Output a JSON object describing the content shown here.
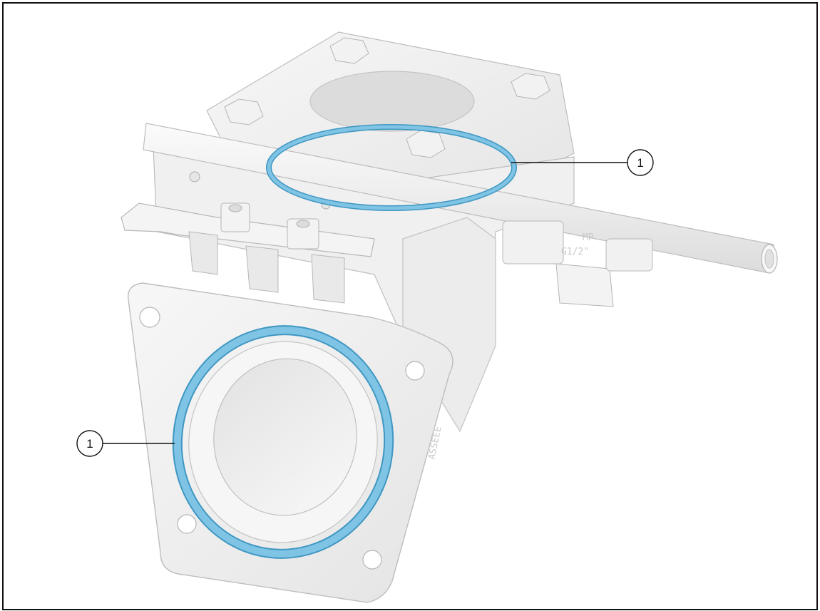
{
  "callouts": [
    {
      "label": "1",
      "target": "gasket-ring-top"
    },
    {
      "label": "1",
      "target": "gasket-ring-flange"
    }
  ],
  "engravings": {
    "part_number": "ASSEEE",
    "thread_size": "G1/2\"",
    "marking_a": "MP"
  },
  "colors": {
    "gasket": "#7fc4e4",
    "gasket_edge": "#3f97c2",
    "body_fill": "#f1f1f1",
    "body_stroke": "#bdbdbd",
    "frame": "#111111"
  }
}
